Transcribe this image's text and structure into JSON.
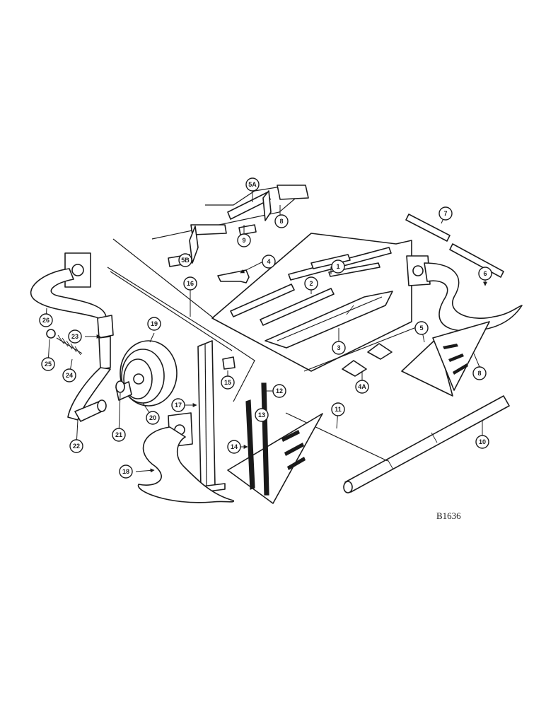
{
  "drawing_id": "B1636",
  "callouts": [
    "1",
    "2",
    "3",
    "4",
    "4A",
    "5",
    "5A",
    "5B",
    "6",
    "7",
    "8",
    "8",
    "9",
    "10",
    "11",
    "12",
    "13",
    "14",
    "15",
    "16",
    "17",
    "18",
    "19",
    "20",
    "21",
    "22",
    "23",
    "24",
    "25",
    "26"
  ]
}
